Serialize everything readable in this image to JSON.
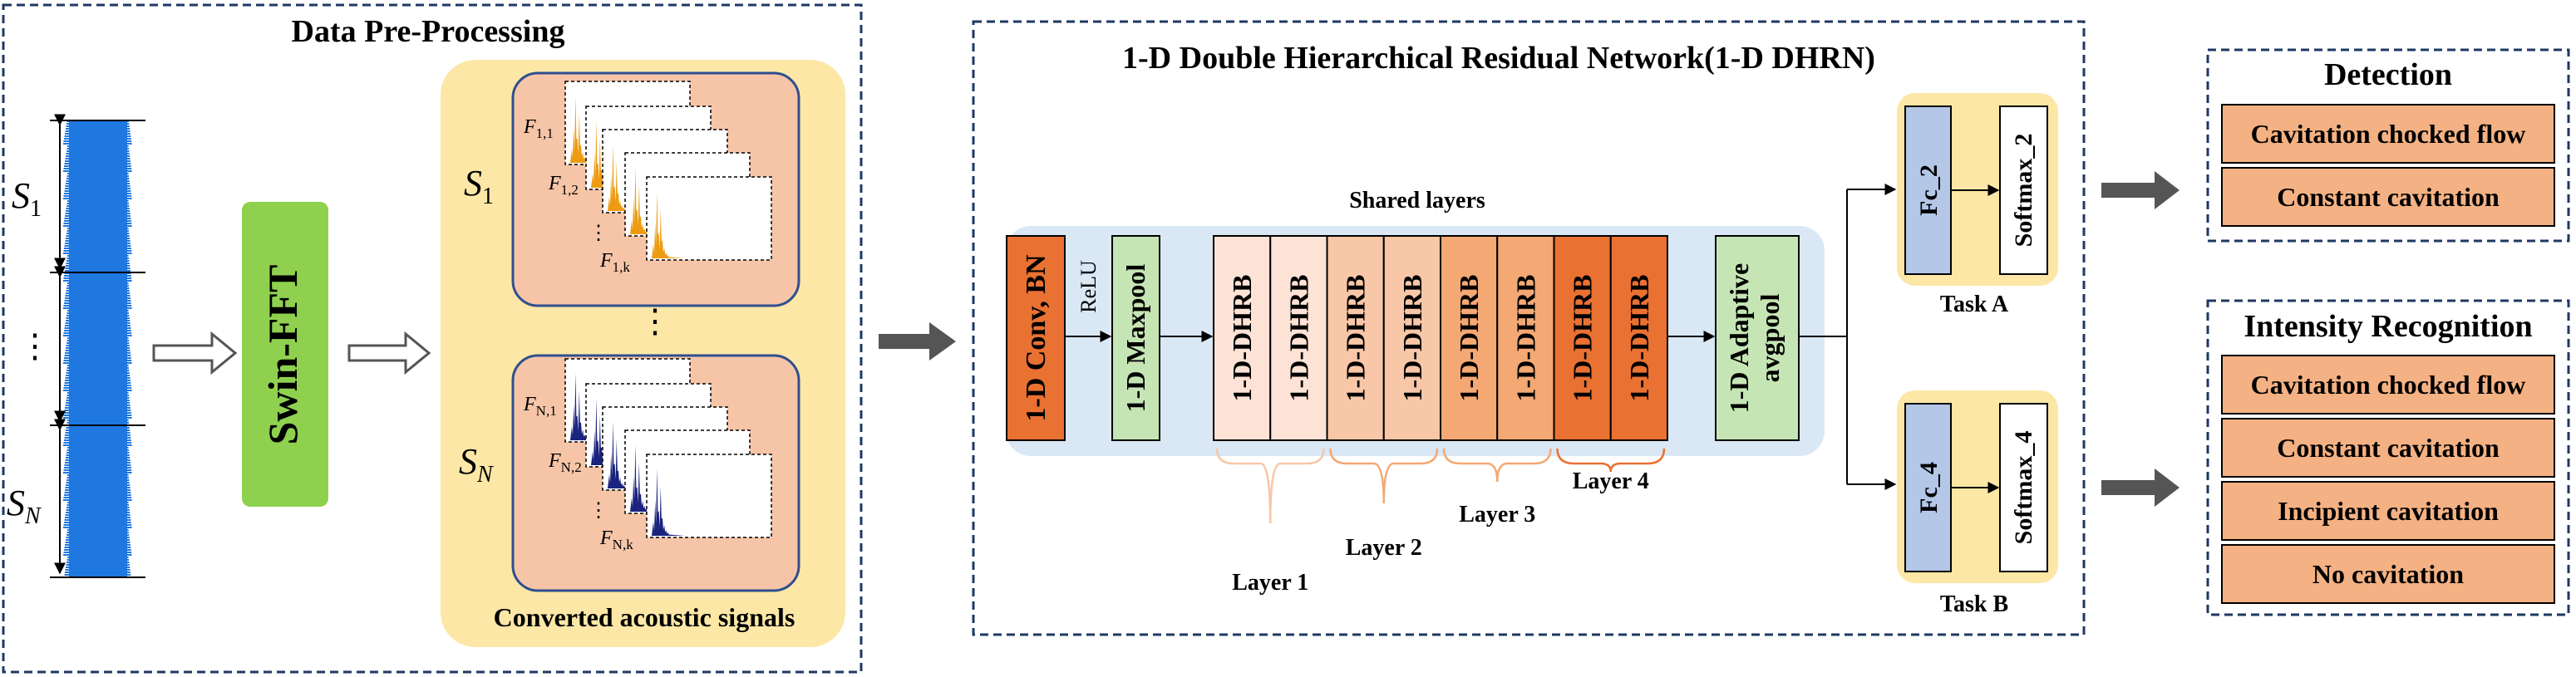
{
  "preprocessing": {
    "title": "Data Pre-Processing",
    "segment_first": "S",
    "segment_first_sub": "1",
    "segment_last": "S",
    "segment_last_sub": "N",
    "ellipsis": "⋮",
    "swin_fft": "Swin-FFT",
    "converted_caption": "Converted acoustic signals",
    "group_top_label": "S",
    "group_top_sub": "1",
    "group_bottom_label": "S",
    "group_bottom_sub": "N",
    "group_ellipsis": "⋮",
    "frame_labels_top": [
      {
        "main": "F",
        "sub": "1,1"
      },
      {
        "main": "F",
        "sub": "1,2"
      },
      {
        "main": "F",
        "sub": "1,k"
      }
    ],
    "frame_labels_bottom": [
      {
        "main": "F",
        "sub": "N,1"
      },
      {
        "main": "F",
        "sub": "N,2"
      },
      {
        "main": "F",
        "sub": "N,k"
      }
    ]
  },
  "network": {
    "title": "1-D Double Hierarchical Residual Network(1-D DHRN)",
    "shared_layers": "Shared layers",
    "conv_block": "1-D Conv, BN",
    "relu": "ReLU",
    "maxpool": "1-D Maxpool",
    "dhrb_label": "1-D-DHRB",
    "adaptive_line1": "1-D Adaptive",
    "adaptive_line2": "avgpool",
    "layers": [
      "Layer 1",
      "Layer 2",
      "Layer 3",
      "Layer 4"
    ],
    "task_a": {
      "fc": "Fc_2",
      "softmax": "Softmax_2",
      "caption": "Task A"
    },
    "task_b": {
      "fc": "Fc_4",
      "softmax": "Softmax_4",
      "caption": "Task B"
    }
  },
  "outputs": {
    "detection": {
      "title": "Detection",
      "items": [
        "Cavitation chocked flow",
        "Constant cavitation"
      ]
    },
    "intensity": {
      "title": "Intensity Recognition",
      "items": [
        "Cavitation chocked flow",
        "Constant cavitation",
        "Incipient cavitation",
        "No cavitation"
      ]
    }
  },
  "colors": {
    "panel_border": "#1f3864",
    "yellow_bg": "#fce7a6",
    "salmon": "#f6c5a8",
    "green": "#8fd14f",
    "conv_orange": "#e97132",
    "light_green": "#c6e5b4",
    "blue_light": "#b4c7e7",
    "shared_bg": "#dae8f5",
    "signal_blue": "#1f77e0",
    "spectrum_orange": "#ed9b12",
    "spectrum_navy": "#1a237e",
    "output_fill": "#f4b183",
    "arrow_gray": "#555555",
    "dhrb_fills": [
      "#fde3d5",
      "#f8c7a8",
      "#f4a873",
      "#e97132"
    ]
  }
}
